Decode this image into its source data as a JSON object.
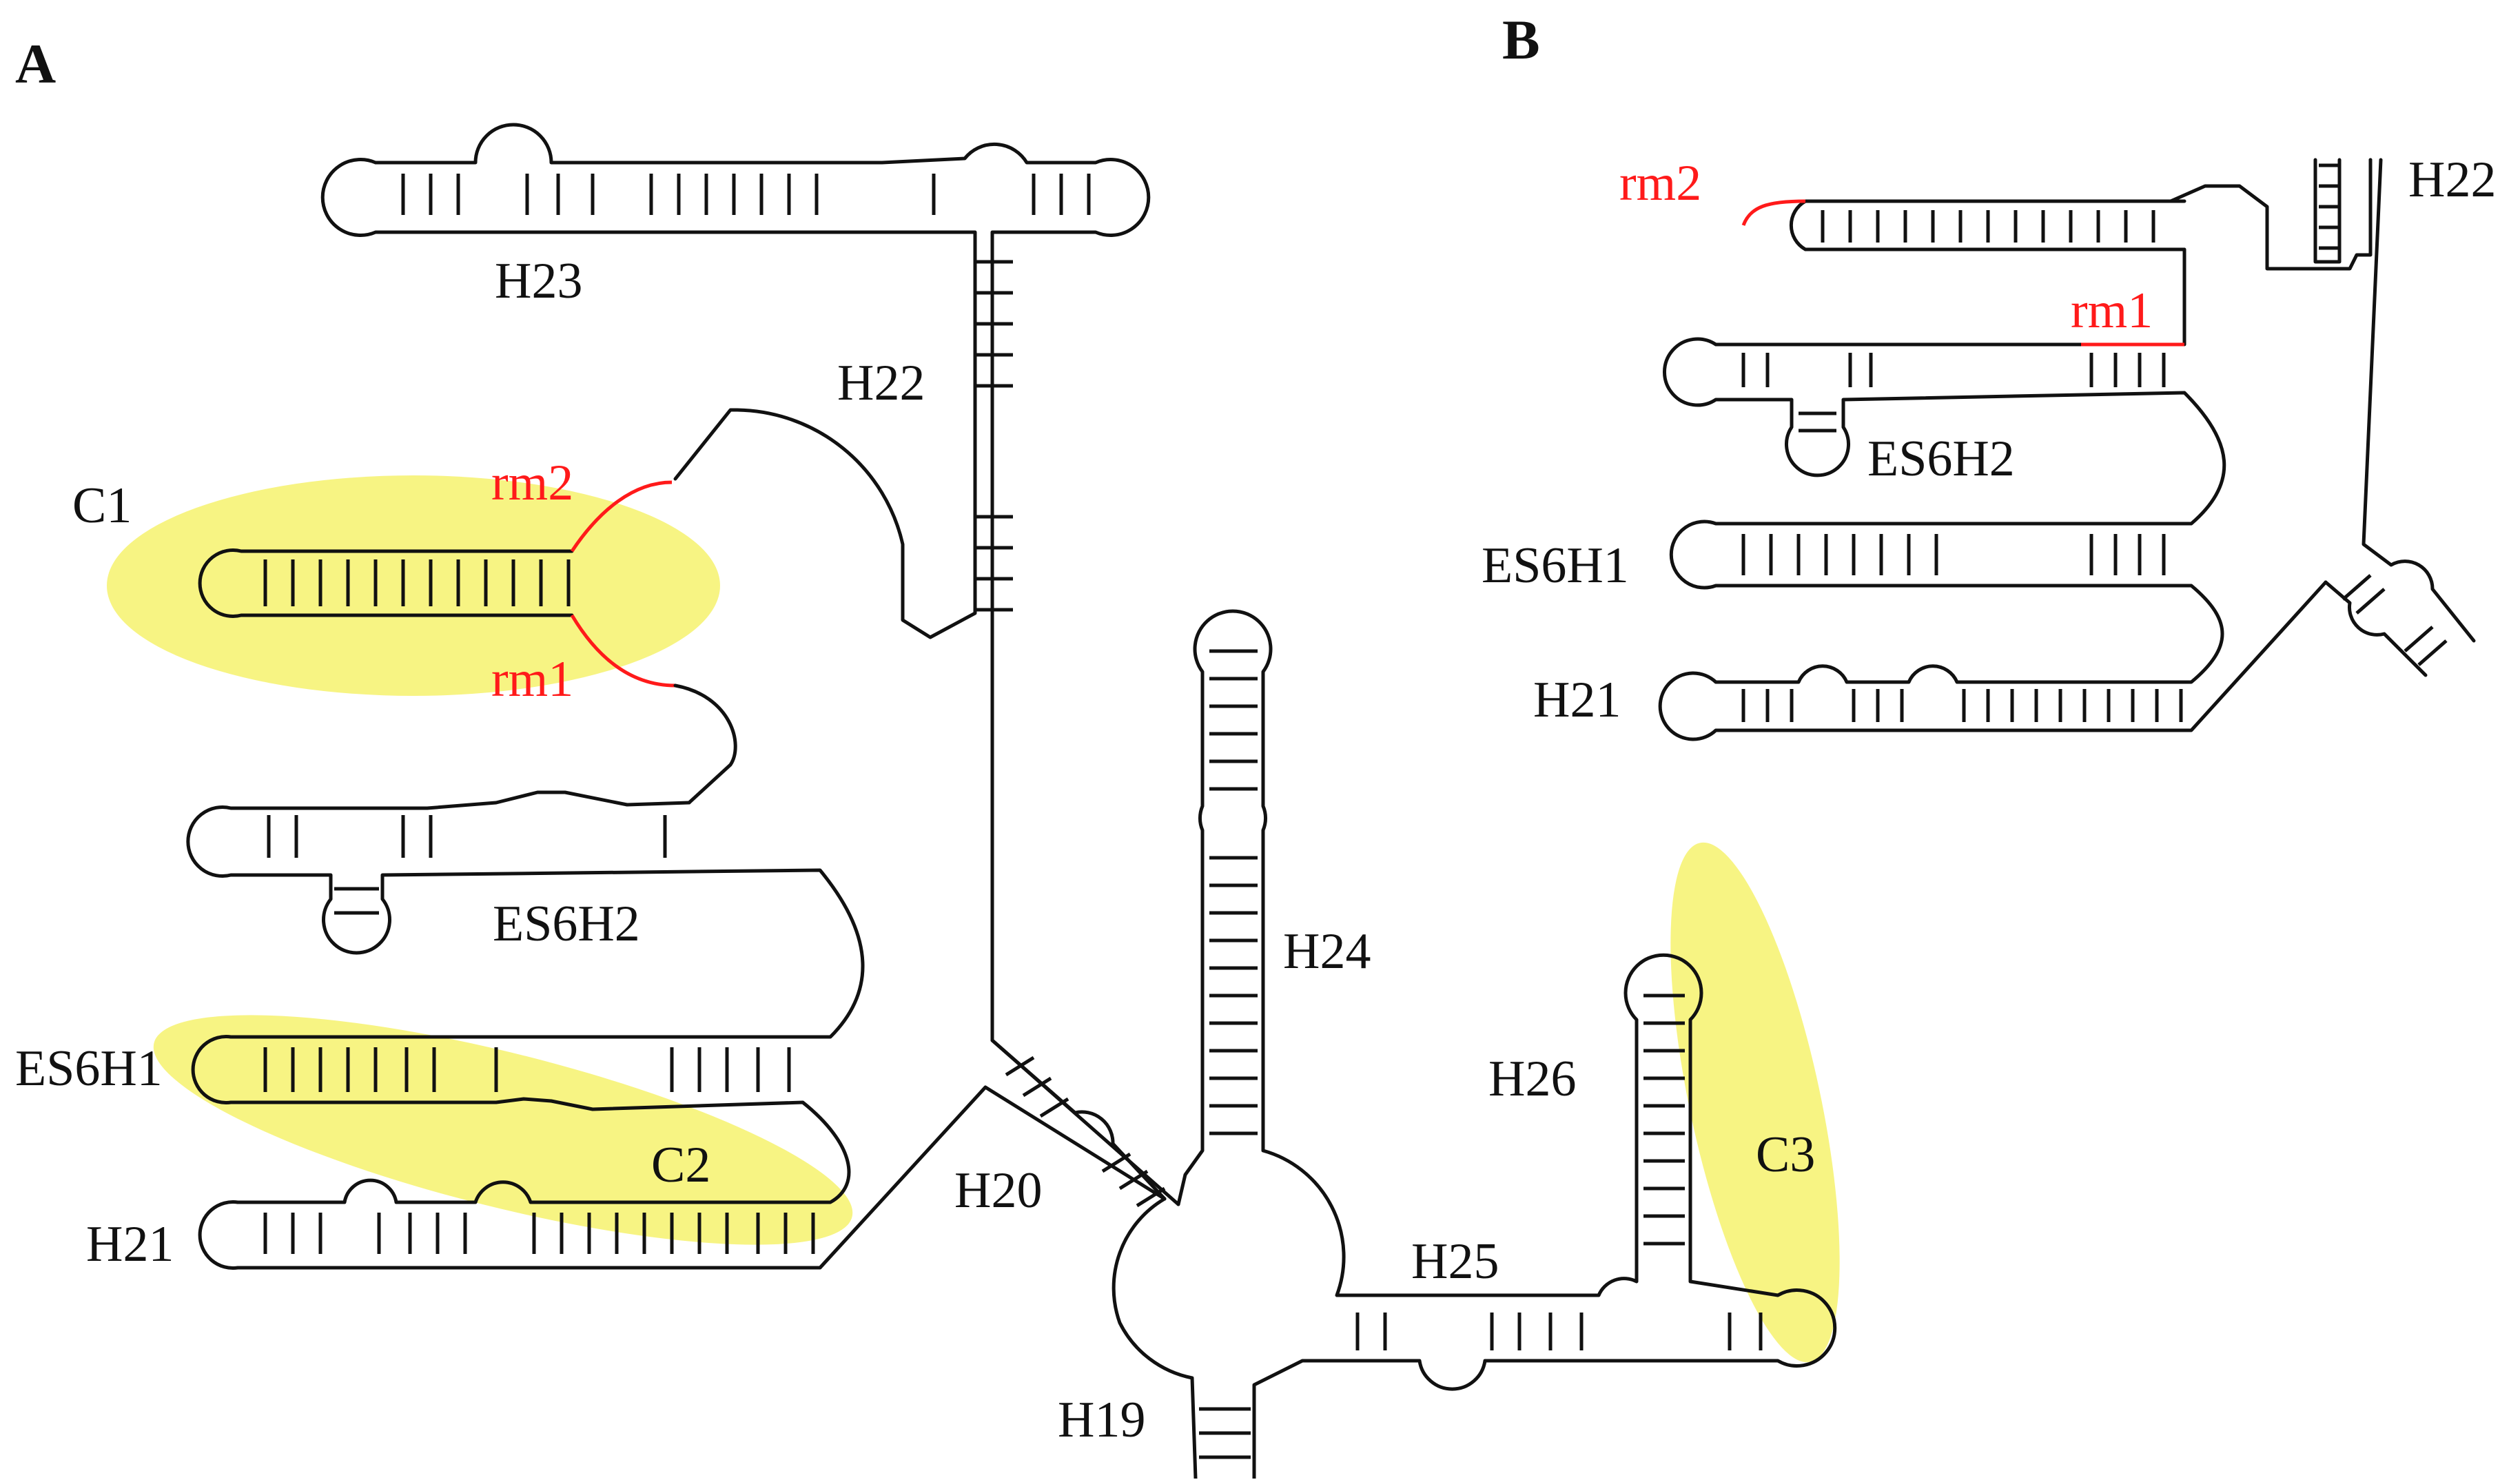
{
  "panels": {
    "a": "A",
    "b": "B"
  },
  "highlight_color": "#f4f05a",
  "marker_color": "#ff1a1a",
  "panel_a": {
    "clusters": {
      "c1": "C1",
      "c2": "C2",
      "c3": "C3"
    },
    "markers": {
      "rm1": "rm1",
      "rm2": "rm2"
    },
    "helices": {
      "h19": "H19",
      "h20": "H20",
      "h21": "H21",
      "h22": "H22",
      "h23": "H23",
      "h24": "H24",
      "h25": "H25",
      "h26": "H26",
      "es6h1": "ES6H1",
      "es6h2": "ES6H2"
    }
  },
  "panel_b": {
    "markers": {
      "rm1": "rm1",
      "rm2": "rm2"
    },
    "helices": {
      "h21": "H21",
      "h22": "H22",
      "es6h1": "ES6H1",
      "es6h2": "ES6H2"
    }
  }
}
